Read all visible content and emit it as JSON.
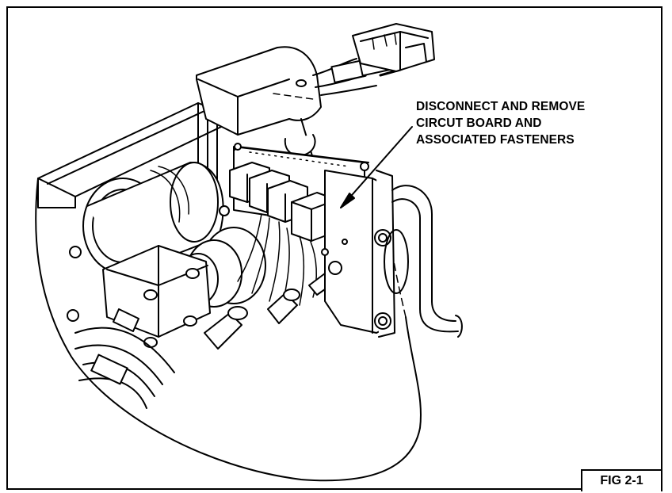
{
  "callout": {
    "line1": "DISCONNECT AND REMOVE",
    "line2": "CIRCUT BOARD AND",
    "line3": "ASSOCIATED FASTENERS"
  },
  "figure": {
    "label": "FIG 2-1"
  }
}
